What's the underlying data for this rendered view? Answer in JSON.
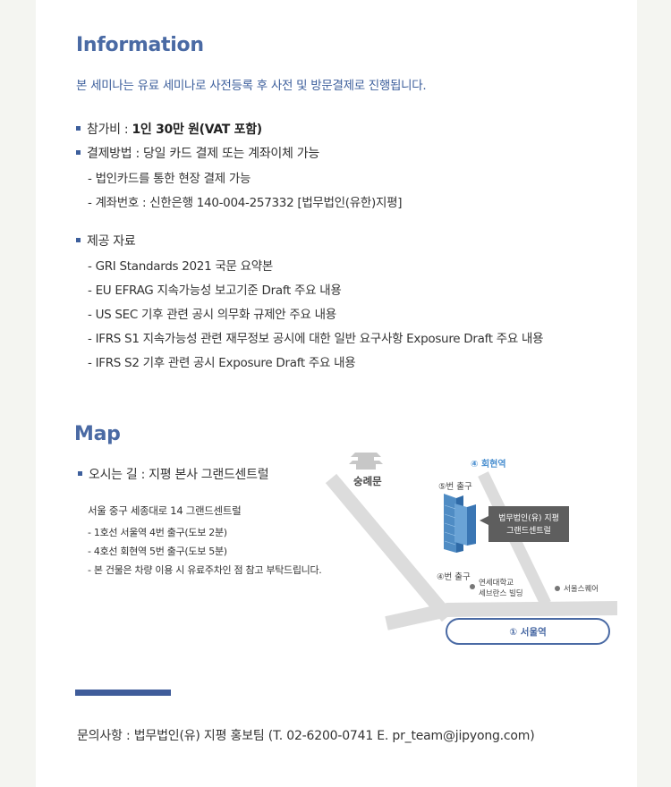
{
  "info": {
    "title": "Information",
    "intro": "본 세미나는 유료 세미나로 사전등록 후 사전 및 방문결제로 진행됩니다.",
    "fee_label": "참가비 : ",
    "fee_value": "1인 30만 원(VAT 포함)",
    "payment": "결제방법 : 당일 카드 결제 또는 계좌이체 가능",
    "payment_subs": [
      "- 법인카드를 통한 현장 결제 가능",
      "- 계좌번호 : 신한은행 140-004-257332 [법무법인(유한)지평]"
    ],
    "materials": "제공 자료",
    "material_subs": [
      "- GRI Standards 2021 국문 요약본",
      "- EU EFRAG 지속가능성 보고기준 Draft 주요 내용",
      "- US SEC 기후 관련 공시 의무화 규제안 주요 내용",
      "- IFRS S1 지속가능성 관련 재무정보 공시에 대한 일반 요구사항 Exposure Draft 주요 내용",
      "- IFRS S2 기후 관련 공시 Exposure Draft 주요 내용"
    ]
  },
  "map": {
    "title": "Map",
    "directions": "오시는 길 : 지평 본사 그랜드센트럴",
    "address": "서울 중구 세종대로 14 그랜드센트럴",
    "routes": [
      "- 1호선 서울역 4번 출구(도보 2분)",
      "- 4호선 회현역 5번 출구(도보 5분)",
      "- 본 건물은 차량 이용 시 유료주차인 점 참고 부탁드립니다."
    ],
    "labels": {
      "gate": "숭례문",
      "hoehyeon": "④ 회현역",
      "exit5": "⑤번 출구",
      "exit4": "④번 출구",
      "building_line1": "법무법인(유) 지평",
      "building_line2": "그랜드센트럴",
      "yonsei_line1": "연세대학교",
      "yonsei_line2": "세브란스 빌딩",
      "square": "서울스퀘어",
      "seoul_station": "① 서울역"
    },
    "colors": {
      "road": "#dcdcdc",
      "accent": "#4a6aa4",
      "callout": "#5e5e5e"
    }
  },
  "contact": "문의사항 : 법무법인(유) 지평 홍보팀 (T. 02-6200-0741   E. pr_team@jipyong.com)"
}
